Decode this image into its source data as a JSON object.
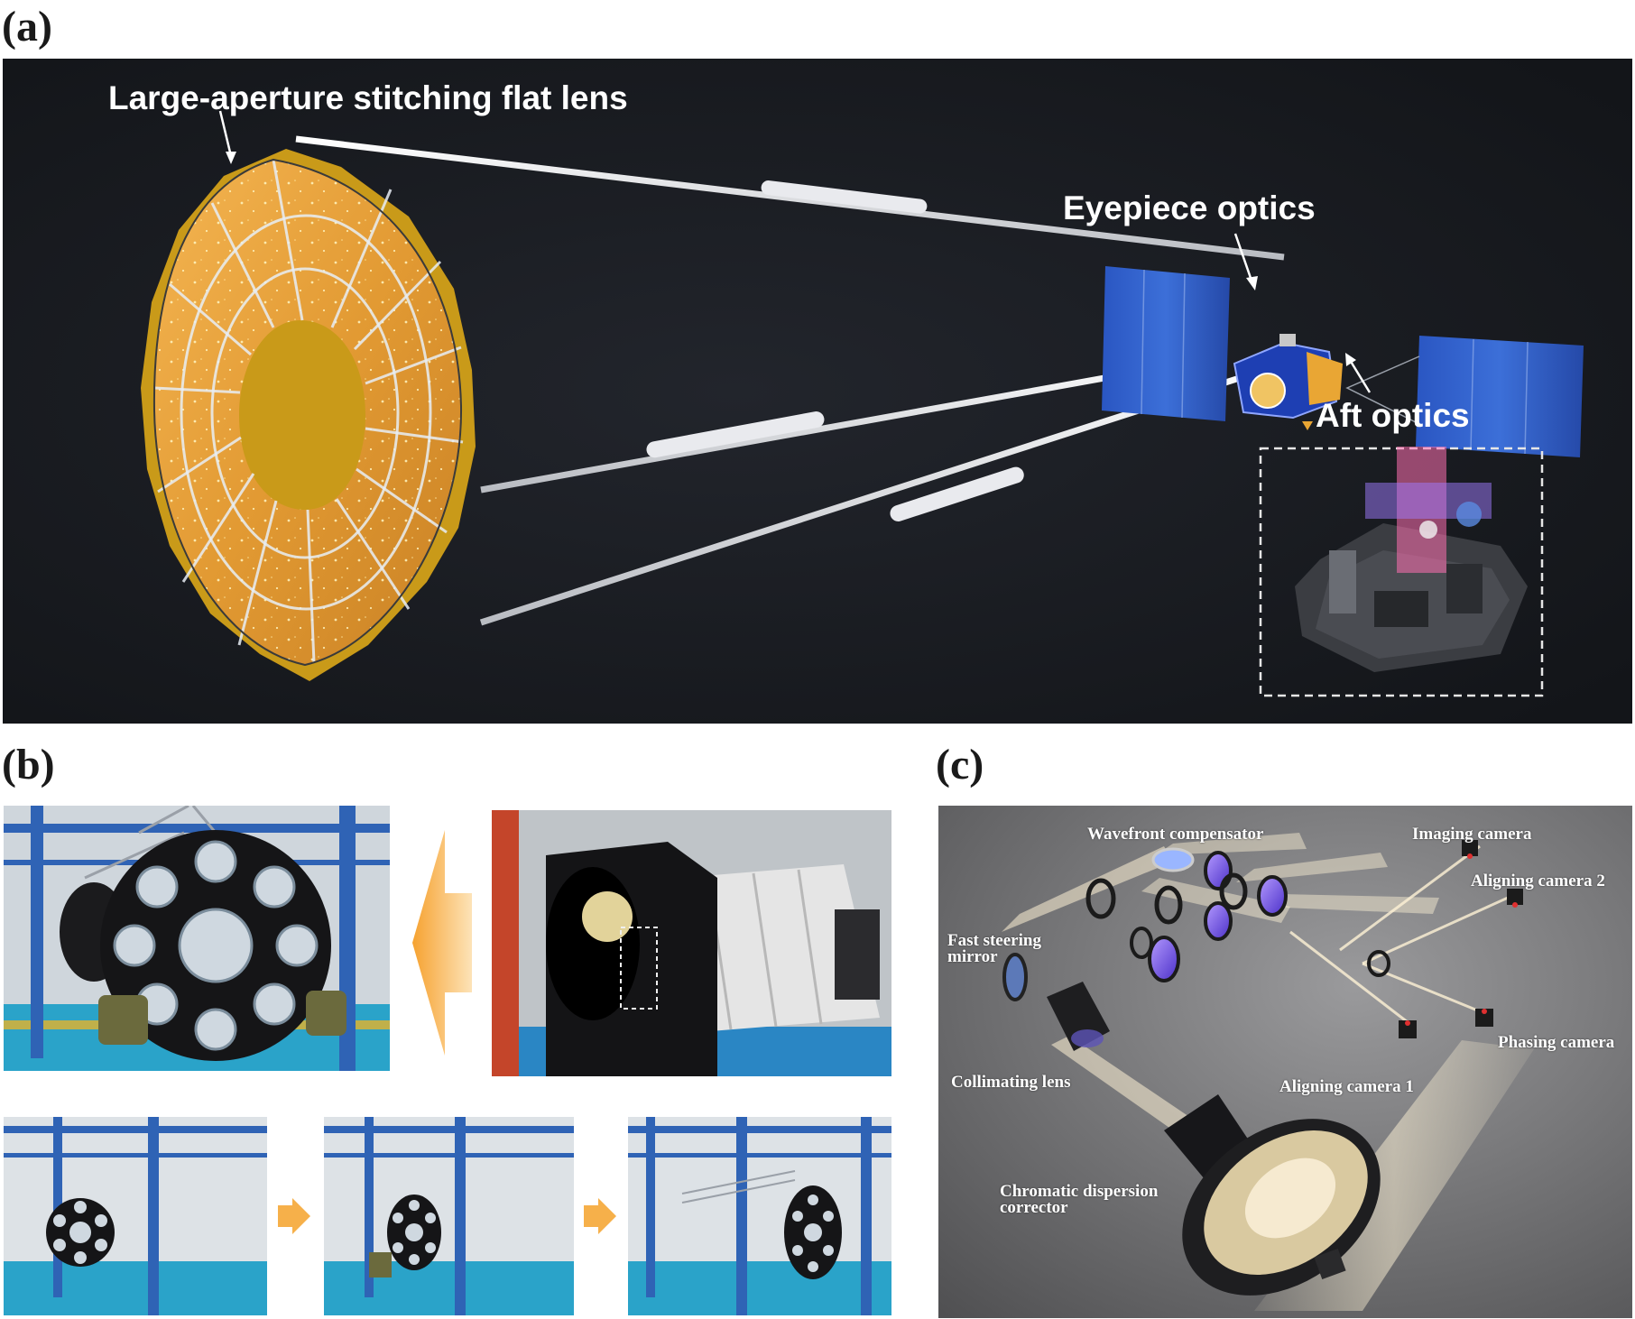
{
  "panels": {
    "a": {
      "letter": "(a)",
      "labels": {
        "flat_lens": "Large-aperture stitching flat lens",
        "eyepiece": "Eyepiece optics",
        "aft": "Aft optics"
      }
    },
    "b": {
      "letter": "(b)"
    },
    "c": {
      "letter": "(c)",
      "labels": {
        "wavefront": "Wavefront compensator",
        "imaging_camera": "Imaging camera",
        "aligning_camera_2": "Aligning camera 2",
        "fast_steering_1": "Fast steering",
        "fast_steering_2": "mirror",
        "phasing_camera": "Phasing camera",
        "collimating_lens": "Collimating lens",
        "aligning_camera_1": "Aligning camera 1",
        "chromatic_1": "Chromatic dispersion",
        "chromatic_2": "corrector"
      }
    }
  },
  "colors": {
    "space_bg": "#16181d",
    "lens_gold": "#e8a23a",
    "solar_blue": "#2f5fc8",
    "arrow_orange": "#f6b04a",
    "lab_blue": "#2f63b5",
    "lab_floor": "#2aa3c9"
  }
}
